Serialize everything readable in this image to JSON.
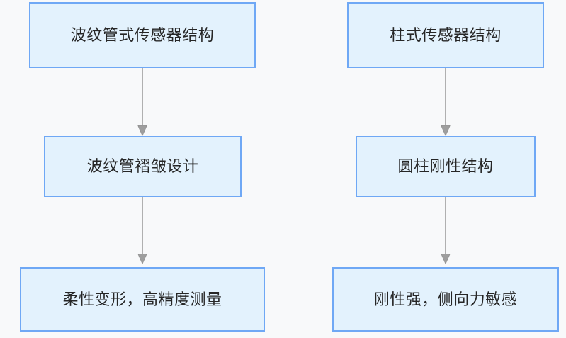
{
  "diagram": {
    "type": "flowchart",
    "background_color": "#f8f9fa",
    "node_fill_color": "#e3f2fd",
    "node_border_color": "#6fa8f5",
    "node_text_color": "#262626",
    "edge_color": "#9e9e9e",
    "columns": [
      {
        "id": "bellows-branch",
        "nodes": [
          {
            "id": "bellows-sensor-structure",
            "label": "波纹管式传感器结构"
          },
          {
            "id": "bellows-fold-design",
            "label": "波纹管褶皱设计"
          },
          {
            "id": "bellows-outcome",
            "label": "柔性变形，高精度测量"
          }
        ]
      },
      {
        "id": "column-branch",
        "nodes": [
          {
            "id": "column-sensor-structure",
            "label": "柱式传感器结构"
          },
          {
            "id": "cylindrical-rigid-structure",
            "label": "圆柱刚性结构"
          },
          {
            "id": "column-outcome",
            "label": "刚性强，侧向力敏感"
          }
        ]
      }
    ],
    "edges": [
      {
        "id": "edge-bellows-1",
        "from": "bellows-sensor-structure",
        "to": "bellows-fold-design",
        "arrow": "arrowhead-down-icon"
      },
      {
        "id": "edge-bellows-2",
        "from": "bellows-fold-design",
        "to": "bellows-outcome",
        "arrow": "arrowhead-down-icon"
      },
      {
        "id": "edge-column-1",
        "from": "column-sensor-structure",
        "to": "cylindrical-rigid-structure",
        "arrow": "arrowhead-down-icon"
      },
      {
        "id": "edge-column-2",
        "from": "cylindrical-rigid-structure",
        "to": "column-outcome",
        "arrow": "arrowhead-down-icon"
      }
    ]
  }
}
